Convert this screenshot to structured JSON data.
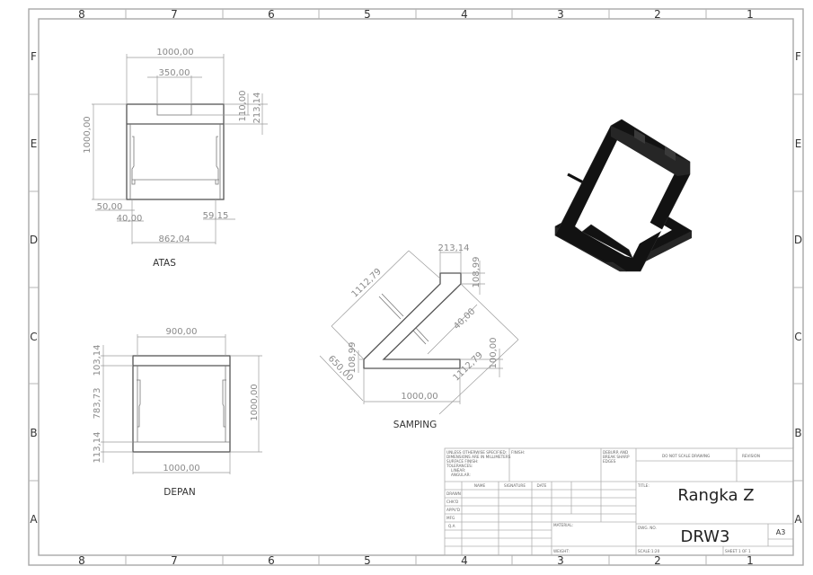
{
  "sheet": {
    "column_labels": [
      "8",
      "7",
      "6",
      "5",
      "4",
      "3",
      "2",
      "1"
    ],
    "row_labels": [
      "F",
      "E",
      "D",
      "C",
      "B",
      "A"
    ]
  },
  "views": {
    "top": {
      "label": "ATAS",
      "dims": {
        "overall_width": "1000,00",
        "notch_width": "350,00",
        "notch_depth": "110,00",
        "top_depth": "213,14",
        "overall_depth": "1000,00",
        "offset_left": "50,00",
        "offset_inner": "40,00",
        "offset_right": "59,15",
        "inner_width": "862,04"
      }
    },
    "front": {
      "label": "DEPAN",
      "dims": {
        "top_width": "900,00",
        "top_bar": "103,14",
        "middle_height": "783,73",
        "bottom_bar": "113,14",
        "overall_height": "1000,00",
        "overall_width": "1000,00"
      }
    },
    "side": {
      "label": "SAMPING",
      "dims": {
        "top_width": "213,14",
        "top_height": "108,99",
        "diagonal_upper": "1112,79",
        "rod_offset": "40,00",
        "bottom_left_height": "108,99",
        "diagonal_left": "650,00",
        "base_height": "100,00",
        "diagonal_lower": "1112,79",
        "base_width": "1000,00"
      }
    },
    "isometric": {
      "label": ""
    }
  },
  "title_block": {
    "general_notes": [
      "UNLESS OTHERWISE SPECIFIED:",
      "DIMENSIONS ARE IN MILLIMETERS",
      "SURFACE FINISH:",
      "TOLERANCES:",
      "LINEAR:",
      "ANGULAR:"
    ],
    "finish_label": "FINISH:",
    "deburr_note": [
      "DEBURR AND",
      "BREAK SHARP",
      "EDGES"
    ],
    "do_not_scale": "DO NOT SCALE DRAWING",
    "revision_label": "REVISION",
    "col_headers": [
      "NAME",
      "SIGNATURE",
      "DATE"
    ],
    "row_labels": [
      "DRAWN",
      "CHK'D",
      "APPV'D",
      "MFG",
      "Q.A"
    ],
    "material_label": "MATERIAL:",
    "weight_label": "WEIGHT:",
    "title_label": "TITLE:",
    "title": "Rangka Z",
    "dwg_no_label": "DWG. NO.",
    "dwg_no": "DRW3",
    "sheet_size": "A3",
    "scale": "SCALE:1:20",
    "sheet": "SHEET 1 OF 1"
  }
}
